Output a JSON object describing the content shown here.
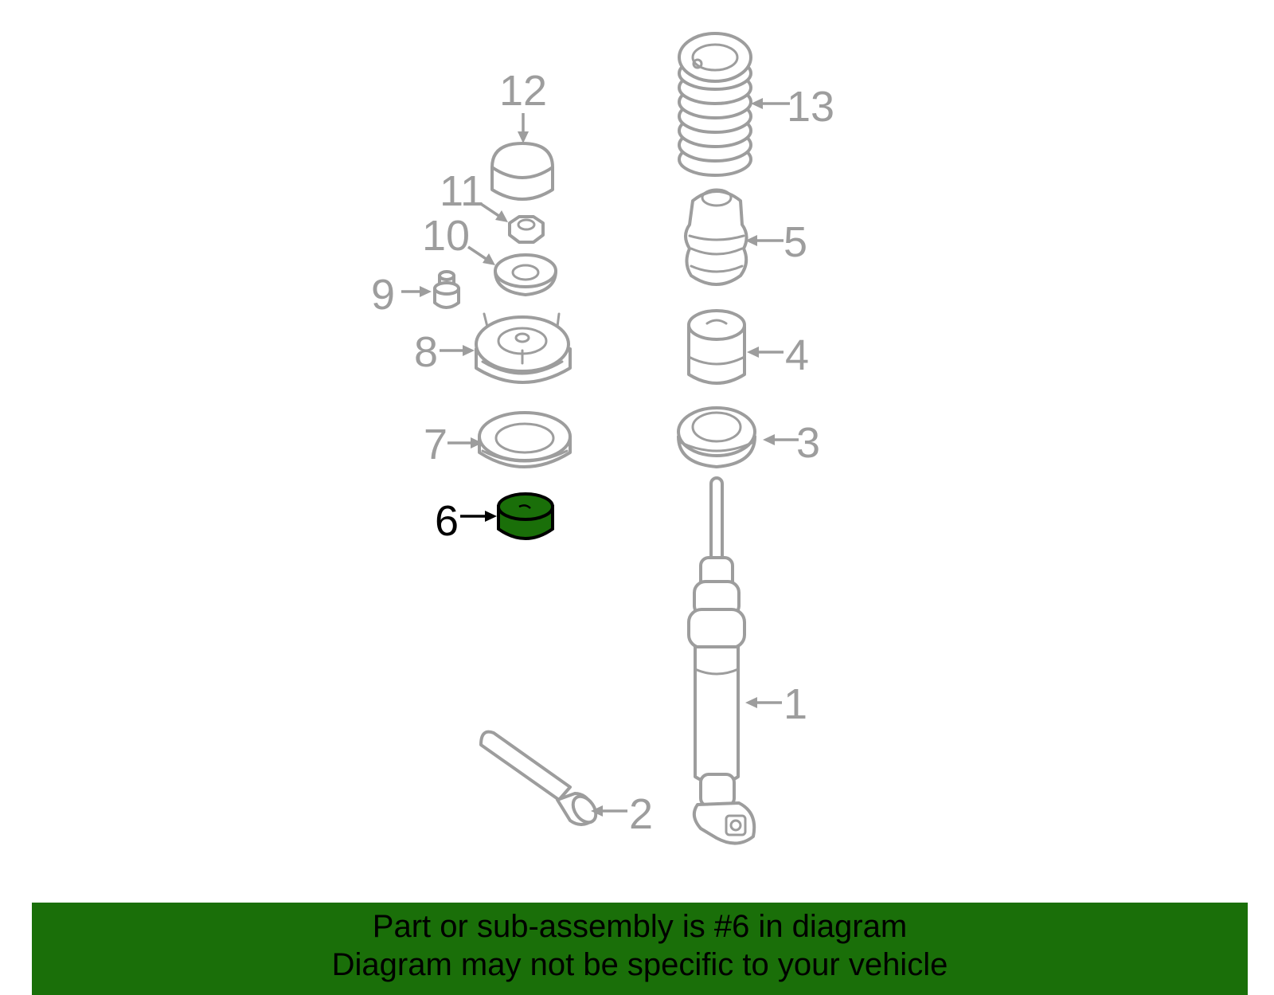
{
  "diagram": {
    "selected_callout": "6",
    "colors": {
      "part_stroke": "#9d9d9d",
      "selected_fill": "#1a6f09",
      "selected_stroke": "#000000",
      "banner_background": "#1a6f09"
    },
    "callouts": {
      "c1": "1",
      "c2": "2",
      "c3": "3",
      "c4": "4",
      "c5": "5",
      "c6": "6",
      "c7": "7",
      "c8": "8",
      "c9": "9",
      "c10": "10",
      "c11": "11",
      "c12": "12",
      "c13": "13"
    }
  },
  "banner": {
    "line1": "Part or sub-assembly is #6 in diagram",
    "line2": "Diagram may not be specific to your vehicle"
  }
}
